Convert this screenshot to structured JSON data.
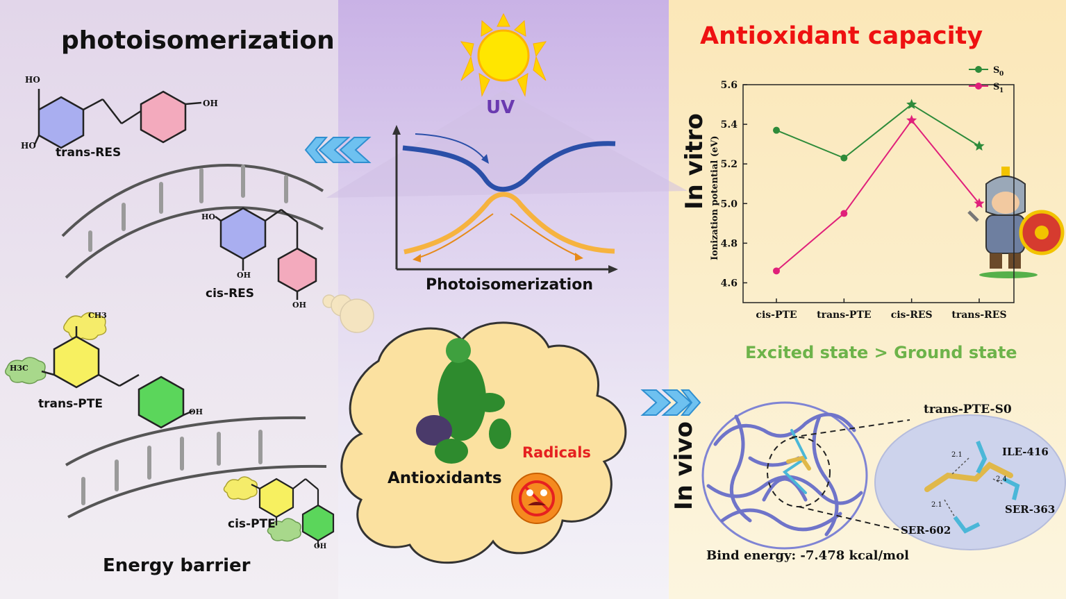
{
  "titles": {
    "photoisomerization": "photoisomerization",
    "antioxidant_capacity": "Antioxidant capacity",
    "uv": "UV",
    "photoisomerization_axis": "Photoisomerization",
    "energy_barrier": "Energy barrier",
    "in_vitro": "In vitro",
    "in_vivo": "In vivo",
    "comparison": "Excited state > Ground state"
  },
  "molecules": {
    "trans_res": "trans-RES",
    "cis_res": "cis-RES",
    "trans_pte": "trans-PTE",
    "cis_pte": "cis-PTE",
    "oh": "OH",
    "ho": "HO",
    "och3": "CH3",
    "h3c": "H3C"
  },
  "cloud": {
    "antioxidants": "Antioxidants",
    "radicals": "Radicals"
  },
  "docking": {
    "complex_title": "trans-PTE-S0",
    "residues": [
      "ILE-416",
      "SER-363",
      "SER-602"
    ],
    "distances": [
      "2.1",
      "2.4",
      "2.1"
    ],
    "bind_energy": "Bind energy: -7.478 kcal/mol"
  },
  "colors": {
    "s0": "#2e8b3a",
    "s1": "#e0207a",
    "uv": "#6a3ab0",
    "title_red": "#ee1111",
    "excited_green": "#6db34a"
  },
  "chart_data": {
    "type": "line",
    "categories": [
      "cis-PTE",
      "trans-PTE",
      "cis-RES",
      "trans-RES"
    ],
    "ylabel": "Ionization potential (eV)",
    "ylim": [
      4.5,
      5.6
    ],
    "yticks": [
      "4.6",
      "4.8",
      "5.0",
      "5.2",
      "5.4",
      "5.6"
    ],
    "series": [
      {
        "name": "S0",
        "values": [
          5.37,
          5.23,
          5.5,
          5.29
        ],
        "color": "#2e8b3a",
        "marker": "circle"
      },
      {
        "name": "S1",
        "values": [
          4.66,
          4.95,
          5.42,
          5.0
        ],
        "color": "#e0207a",
        "marker": "circle"
      }
    ],
    "legend": "top-right"
  }
}
